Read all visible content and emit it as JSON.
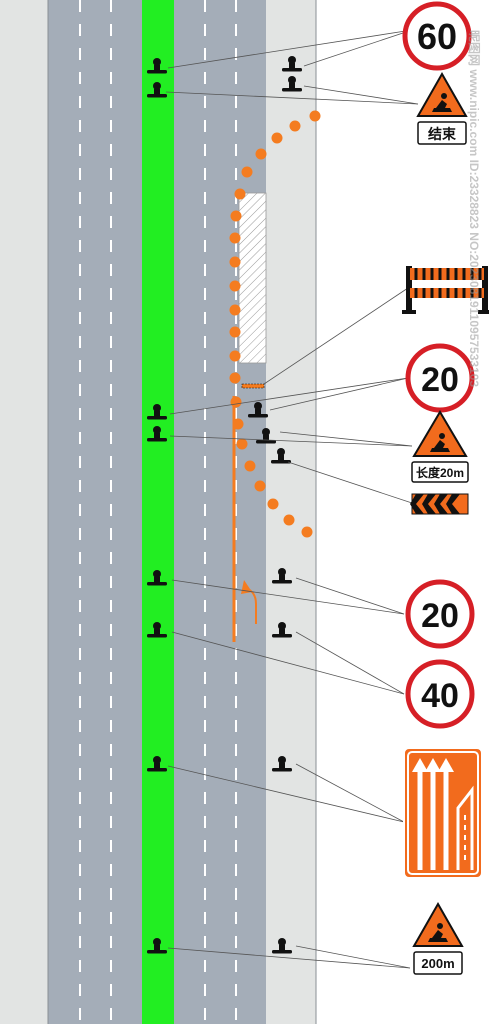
{
  "colors": {
    "shoulder": "#e2e4e3",
    "lane": "#a4adb8",
    "median": "#22ee22",
    "cone": "#f47c20",
    "sign_red": "#d61f26",
    "sign_orange": "#f26b1d",
    "black": "#111111",
    "leader": "#555555"
  },
  "signs": {
    "speed_end": "60",
    "work_end_plate": "结束",
    "speed_limit_1": "20",
    "length_plate": "长度20m",
    "speed_limit_2": "20",
    "speed_limit_3": "40",
    "warn_plate": "200m"
  },
  "icons": {
    "barricade": "barricade-icon",
    "chevron": "chevron-board-icon",
    "lane_merge": "lane-merge-sign-icon",
    "work_person": "road-work-icon",
    "cone": "traffic-cone-icon",
    "arrow": "turn-arrow-icon"
  },
  "watermark": "昵图网 www.nipic.com ID:23328823 NO:20230819110957533103"
}
